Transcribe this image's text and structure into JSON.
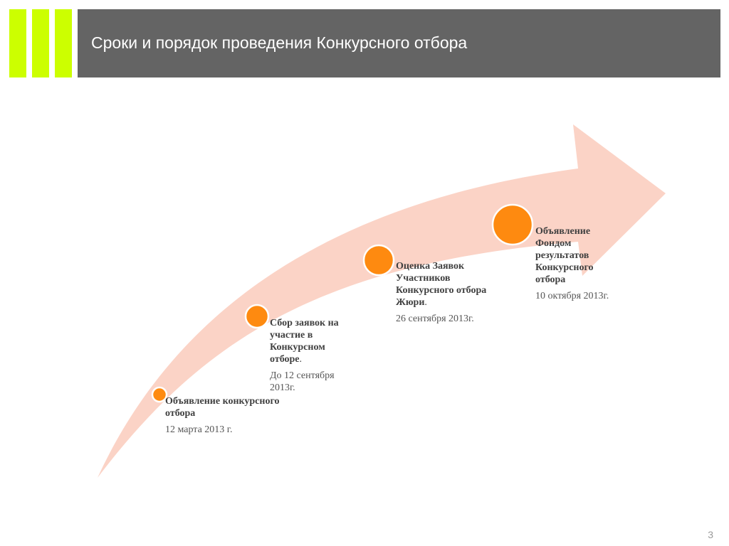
{
  "header": {
    "title": "Сроки и порядок проведения Конкурсного отбора"
  },
  "colors": {
    "accent": "#ccff00",
    "header_bg": "#646464",
    "arrow_fill": "#fbd3c6",
    "node_fill": "#fe8a10",
    "node_stroke": "#ffffff"
  },
  "stages": [
    {
      "title": "Объявление конкурсного отбора",
      "title_suffix": "",
      "date": "12 марта 2013 г."
    },
    {
      "title": "Сбор заявок на участие в Конкурсном отборе",
      "title_suffix": ".",
      "date": "До 12 сентября 2013г."
    },
    {
      "title": "Оценка Заявок Участников Конкурсного отбора Жюри",
      "title_suffix": ".",
      "date": "26 сентября 2013г."
    },
    {
      "title": "Объявление Фондом результатов Конкурсного отбора",
      "title_suffix": "",
      "date": "10 октября 2013г."
    }
  ],
  "page_number": "3"
}
